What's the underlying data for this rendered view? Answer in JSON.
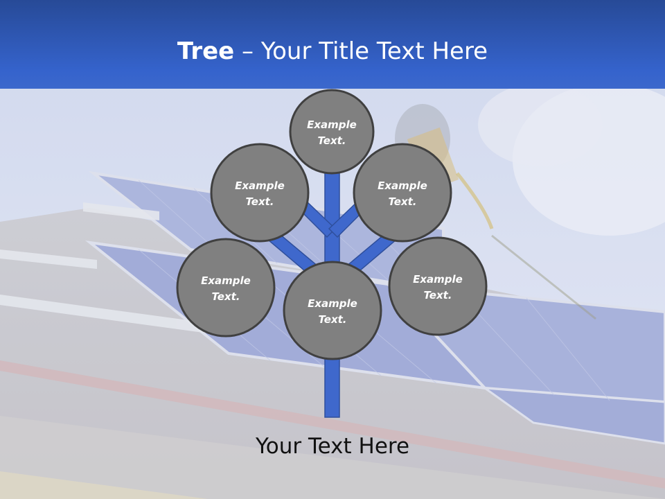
{
  "title": {
    "bold": "Tree",
    "rest": " – Your Title Text Here"
  },
  "nodes": [
    {
      "line1": "Example",
      "line2": "Text."
    },
    {
      "line1": "Example",
      "line2": "Text."
    },
    {
      "line1": "Example",
      "line2": "Text."
    },
    {
      "line1": "Example",
      "line2": "Text."
    },
    {
      "line1": "Example",
      "line2": "Text."
    },
    {
      "line1": "Example",
      "line2": "Text."
    }
  ],
  "caption": "Your Text Here",
  "colors": {
    "title_bar": "#3563cc",
    "trunk": "#3f68cc",
    "node_fill": "#808080",
    "node_stroke": "#404040"
  }
}
